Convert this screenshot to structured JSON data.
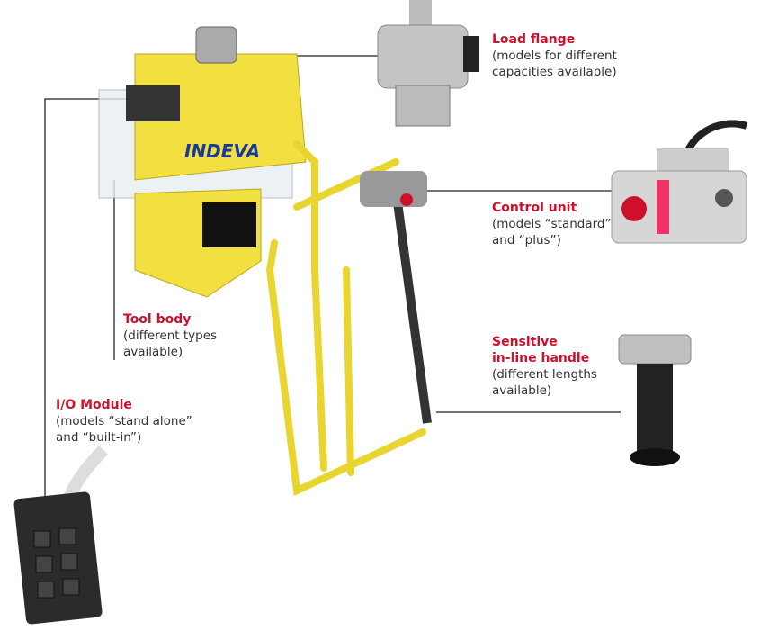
{
  "brand_logo": "INDEVA",
  "callouts": {
    "load_flange": {
      "title": "Load flange",
      "lines": [
        "(models for different",
        "capacities available)"
      ]
    },
    "control_unit": {
      "title": "Control unit",
      "lines": [
        "(models “standard”",
        "and “plus”)"
      ]
    },
    "handle": {
      "title_lines": [
        "Sensitive",
        "in-line handle"
      ],
      "lines": [
        "(different lengths",
        "available)"
      ]
    },
    "tool_body": {
      "title": "Tool body",
      "lines": [
        "(different types",
        "available)"
      ]
    },
    "io_module": {
      "title": "I/O Module",
      "lines": [
        "(models “stand alone”",
        "and “built-in”)"
      ]
    }
  },
  "colors": {
    "accent": "#d0102a",
    "frame": "#f2e040",
    "metal": "#b8b8b8"
  }
}
